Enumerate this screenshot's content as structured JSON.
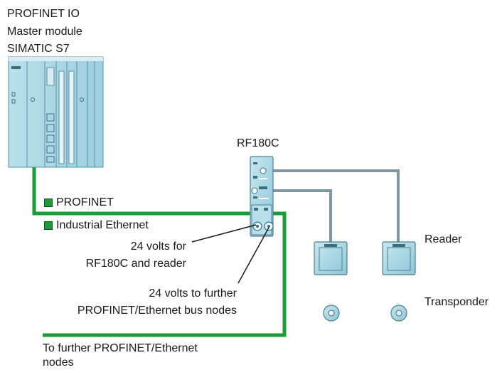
{
  "plc": {
    "label_lines": [
      "PROFINET IO",
      "Master module",
      "SIMATIC S7"
    ]
  },
  "rf180c": {
    "label": "RF180C"
  },
  "legend": {
    "profinet": "PROFINET",
    "industrial_ethernet": "Industrial Ethernet"
  },
  "callouts": {
    "power_reader_line1": "24 volts for",
    "power_reader_line2": "RF180C and reader",
    "power_nodes_line1": "24 volts to further",
    "power_nodes_line2": "PROFINET/Ethernet bus nodes"
  },
  "devices": {
    "reader": "Reader",
    "transponder": "Transponder"
  },
  "bottom_note": {
    "line1": "To further PROFINET/Ethernet",
    "line2": "nodes"
  },
  "colors": {
    "cable_green": "#1f9a3a",
    "cable_gray": "#7f95a1",
    "device_fill": "#a9d6e3",
    "device_stroke": "#4f7f8f"
  }
}
